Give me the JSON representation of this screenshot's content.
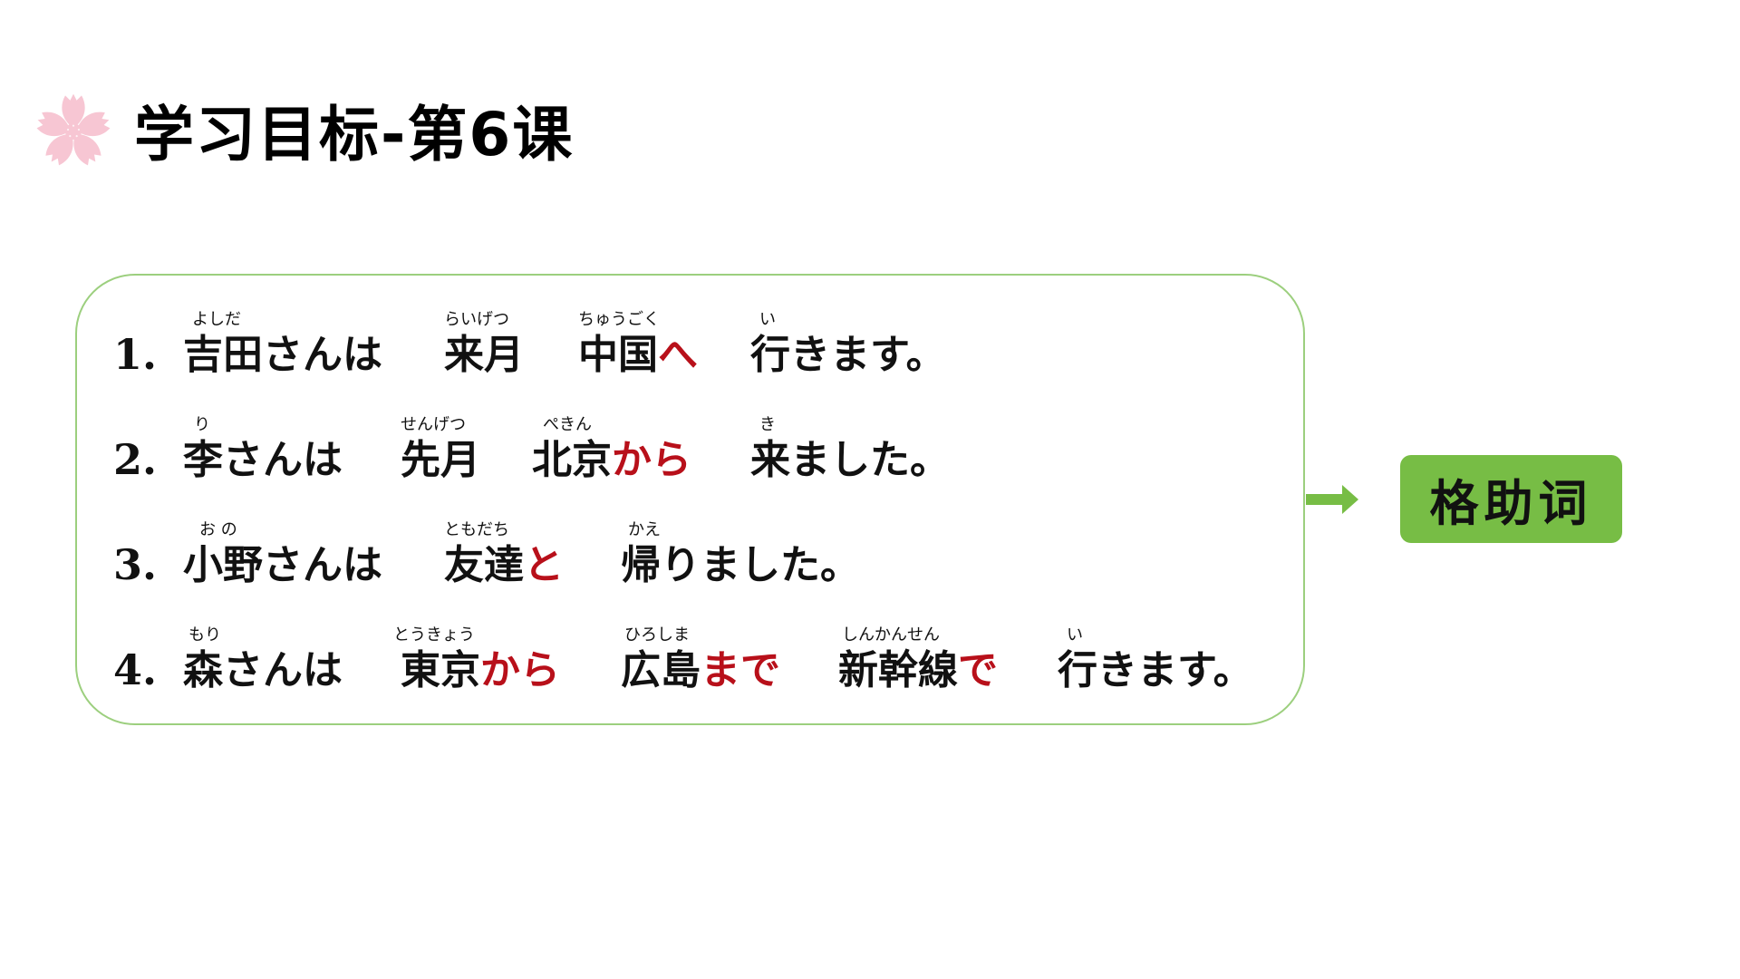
{
  "header": {
    "icon": "sakura-flower-icon",
    "title": "学习目标-第6课"
  },
  "colors": {
    "accent_green": "#77bd45",
    "panel_border": "#9ccf7e",
    "particle_red": "#b8101a",
    "sakura_pink": "#f7c6d3"
  },
  "sentences": [
    {
      "number": "1.",
      "segments": [
        {
          "ruby": "よしだ",
          "text": "吉田さんは",
          "particle": ""
        },
        {
          "ruby": "らいげつ",
          "text": "来月",
          "particle": ""
        },
        {
          "ruby": "ちゅうごく",
          "text": "中国",
          "particle": "へ"
        },
        {
          "ruby": "い",
          "text": "行きます。",
          "particle": ""
        }
      ]
    },
    {
      "number": "2.",
      "segments": [
        {
          "ruby": "り",
          "text": "李さんは",
          "particle": ""
        },
        {
          "ruby": "せんげつ",
          "text": "先月",
          "particle": ""
        },
        {
          "ruby": "ぺきん",
          "text": "北京",
          "particle": "から"
        },
        {
          "ruby": "き",
          "text": "来ました。",
          "particle": ""
        }
      ]
    },
    {
      "number": "3.",
      "segments": [
        {
          "ruby": "お の",
          "text": "小野さんは",
          "particle": ""
        },
        {
          "ruby": "ともだち",
          "text": "友達",
          "particle": "と"
        },
        {
          "ruby": "かえ",
          "text": "帰りました。",
          "particle": ""
        }
      ]
    },
    {
      "number": "4.",
      "segments": [
        {
          "ruby": "もり",
          "text": "森さんは",
          "particle": ""
        },
        {
          "ruby": "とうきょう",
          "text": "東京",
          "particle": "から"
        },
        {
          "ruby": "ひろしま",
          "text": "広島",
          "particle": "まで"
        },
        {
          "ruby": "しんかんせん",
          "text": "新幹線",
          "particle": "で"
        },
        {
          "ruby": "い",
          "text": "行きます。",
          "particle": ""
        }
      ]
    }
  ],
  "arrow": {
    "icon": "right-arrow-icon"
  },
  "tag": {
    "label": "格助词"
  }
}
